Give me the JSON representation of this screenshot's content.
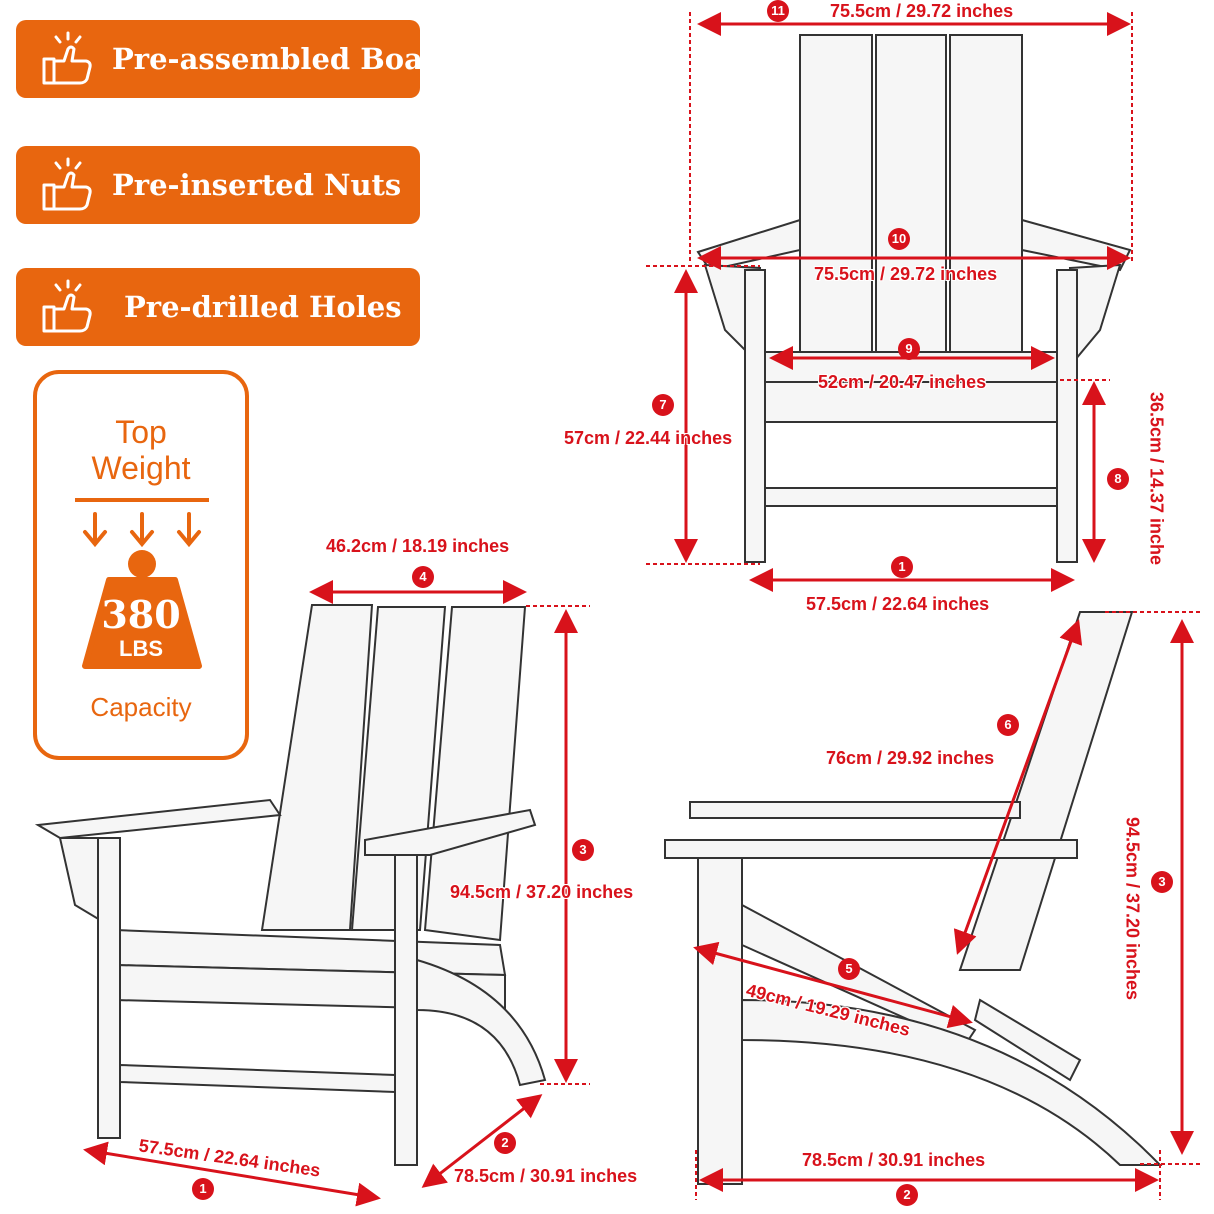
{
  "features": [
    {
      "label": "Pre-assembled Boards",
      "icon": "thumbs-up-icon"
    },
    {
      "label": "Pre-inserted Nuts",
      "icon": "thumbs-up-icon"
    },
    {
      "label": "Pre-drilled Holes",
      "icon": "thumbs-up-icon"
    }
  ],
  "capacity": {
    "line1": "Top",
    "line2": "Weight",
    "value": "380",
    "unit": "LBS",
    "caption": "Capacity"
  },
  "colors": {
    "accent": "#e8660f",
    "dimension": "#d8121b"
  },
  "dimensions": {
    "d11": {
      "num": "11",
      "text": "75.5cm /  29.72  inches"
    },
    "d10": {
      "num": "10",
      "text": "75.5cm /  29.72  inches"
    },
    "d9": {
      "num": "9",
      "text": "52cm /  20.47  inches"
    },
    "d7": {
      "num": "7",
      "text": "57cm / 22.44  inches"
    },
    "d8": {
      "num": "8",
      "text": "36.5cm / 14.37  inche"
    },
    "d1_front": {
      "num": "1",
      "text": "57.5cm / 22.64 inches"
    },
    "d4": {
      "num": "4",
      "text": "46.2cm / 18.19 inches"
    },
    "d3_left": {
      "num": "3",
      "text": "94.5cm / 37.20 inches"
    },
    "d1_left": {
      "num": "1",
      "text": "57.5cm / 22.64 inches"
    },
    "d2_left": {
      "num": "2",
      "text": "78.5cm / 30.91 inches"
    },
    "d6": {
      "num": "6",
      "text": "76cm / 29.92 inches"
    },
    "d3_side": {
      "num": "3",
      "text": "94.5cm / 37.20 inches"
    },
    "d5": {
      "num": "5",
      "text": "49cm / 19.29 inches"
    },
    "d2_side": {
      "num": "2",
      "text": "78.5cm / 30.91 inches"
    }
  }
}
